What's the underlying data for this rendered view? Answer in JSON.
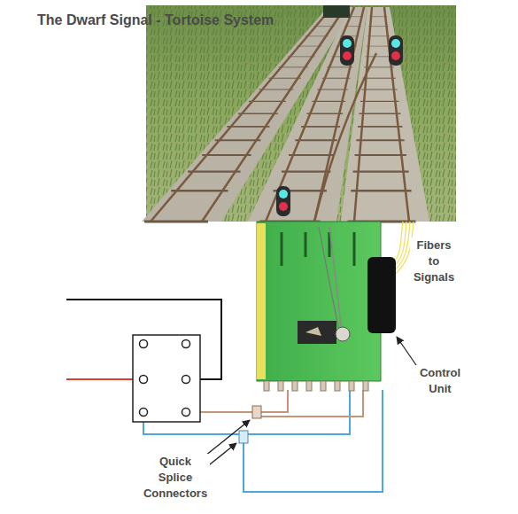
{
  "diagram": {
    "title": "The Dwarf Signal - Tortoise System",
    "labels": [
      "Fibers to Signals",
      "Control Unit",
      "Quick Splice Connectors"
    ]
  }
}
